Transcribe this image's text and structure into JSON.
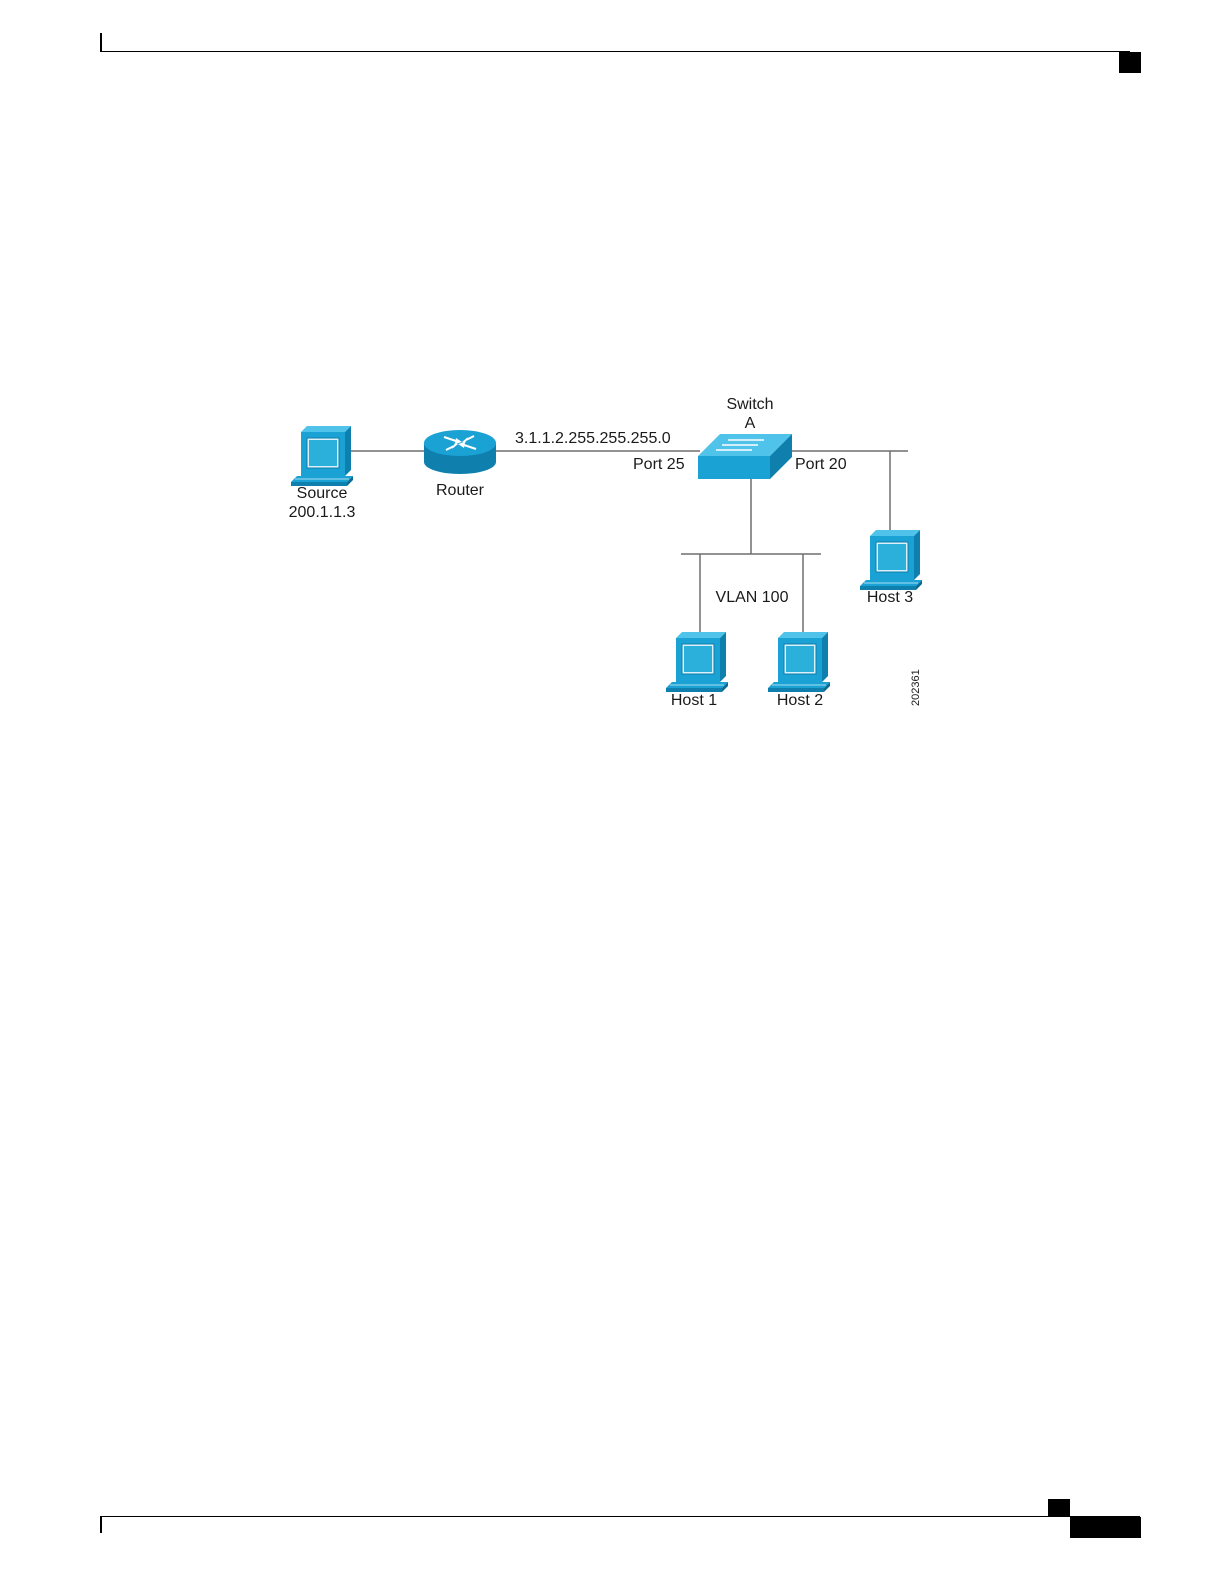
{
  "diagram": {
    "labels": {
      "switch_line1": "Switch",
      "switch_line2": "A",
      "ip_address": "3.1.1.2.255.255.255.0",
      "port_25": "Port 25",
      "port_20": "Port 20",
      "router": "Router",
      "source_line1": "Source",
      "source_line2": "200.1.1.3",
      "vlan": "VLAN 100",
      "host1": "Host 1",
      "host2": "Host 2",
      "host3": "Host 3",
      "figure_id": "202361"
    },
    "colors": {
      "device_fill": "#1ba2d4",
      "device_dark": "#0f7fae",
      "device_light": "#4fc3ea",
      "line": "#6e6e6e"
    }
  }
}
